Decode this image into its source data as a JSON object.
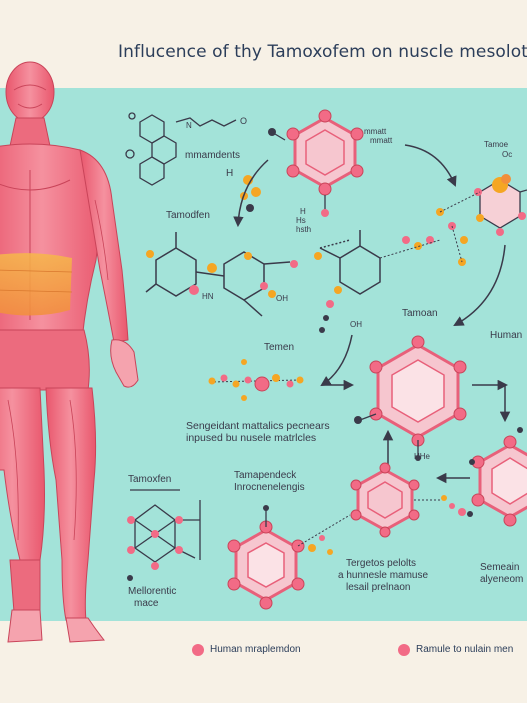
{
  "title": "Influcence of thy Tamoxofem on nuscle mesolot",
  "labels": {
    "mmamdents": "mmamdents",
    "h_top": "H",
    "mid_top_a": "mmatt",
    "mid_top_b": "mmatt",
    "top_right_a": "Tamoe",
    "top_right_b": "Oc",
    "mid_small_a": "H",
    "mid_small_b": "Hs",
    "mid_small_c": "hsth",
    "tamodfen": "Tamodfen",
    "hn_left": "HN",
    "oh_left": "OH",
    "oh_mid": "OH",
    "tamoan": "Tamoan",
    "human_right": "Human",
    "temen": "Temen",
    "seng_line1": "Sengeidant mattalics pecnears",
    "seng_line2": "inpused bu nusele matrlcles",
    "hhe": "HHe",
    "tamoxfen": "Tamoxfen",
    "tamapendeck_1": "Tamapendeck",
    "tamapendeck_2": "Inrocnenelengis",
    "melloretic_1": "Mellorentic",
    "melloretic_2": "mace",
    "tergetos_1": "Tergetos pelolts",
    "tergetos_2": "a hunnesle mamuse",
    "tergetos_3": "lesail prelnaon",
    "semeain_1": "Semeain",
    "semeain_2": "alyeneom"
  },
  "legend": [
    {
      "text": "Human mraplemdon",
      "color": "#f26b86"
    },
    {
      "text": "Ramule to nulain men",
      "color": "#f26b86"
    }
  ],
  "colors": {
    "panel": "#a3e3d9",
    "background": "#f7f1e6",
    "muscle": "#ef6a7e",
    "muscle_light": "#f7a9b2",
    "ring": "#e8607a",
    "ring_fill": "#f6c6cf",
    "node": "#f26b86",
    "node_orange": "#f5a623",
    "line": "#3a3a4a"
  }
}
